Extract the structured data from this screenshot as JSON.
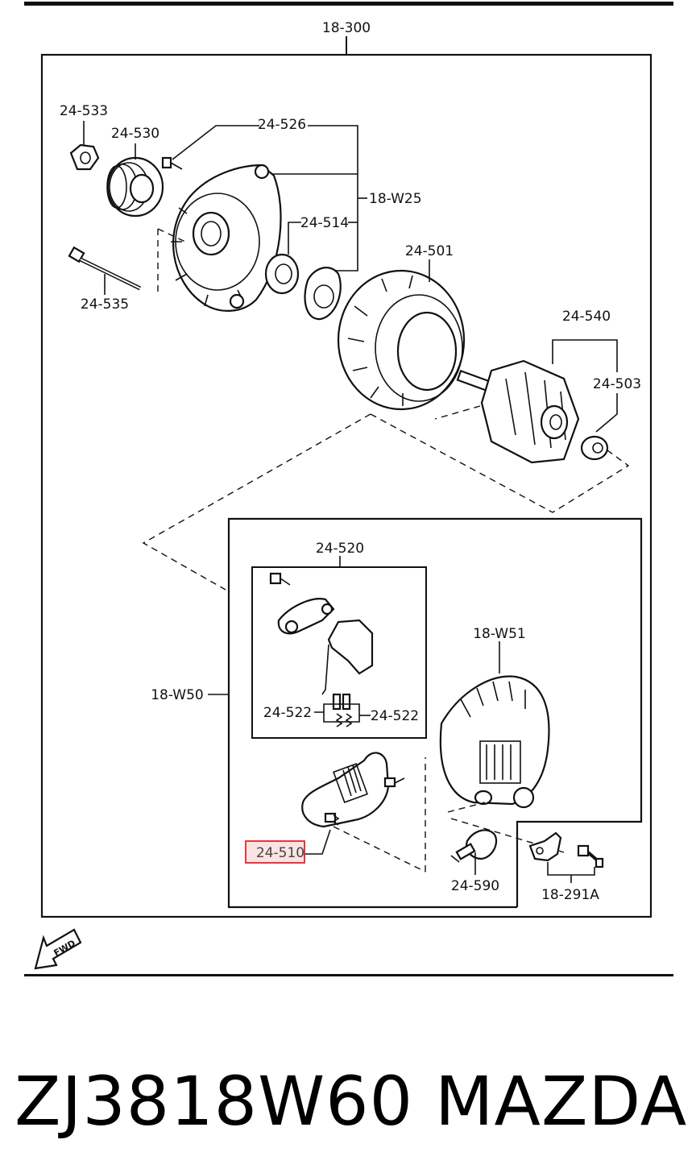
{
  "diagram": {
    "labels": {
      "assembly": "18-300",
      "nut": "24-533",
      "pulley": "24-530",
      "screw": "24-526",
      "front_cover_group": "18-W25",
      "bearing": "24-514",
      "through_bolt": "24-535",
      "stator": "24-501",
      "rotor": "24-540",
      "rear_bearing": "24-503",
      "brush_holder": "24-520",
      "brush_left": "24-522",
      "brush_right": "24-522",
      "regulator_group": "18-W50",
      "rear_cover_group": "18-W51",
      "regulator": "24-510",
      "terminal": "24-590",
      "bracket": "18-291A"
    },
    "fwd_label": "FWD",
    "highlight_color": "#e8202a",
    "highlight_fill": "#fbe3e3"
  },
  "caption": {
    "part_number": "ZJ3818W60",
    "brand": "MAZDA"
  }
}
